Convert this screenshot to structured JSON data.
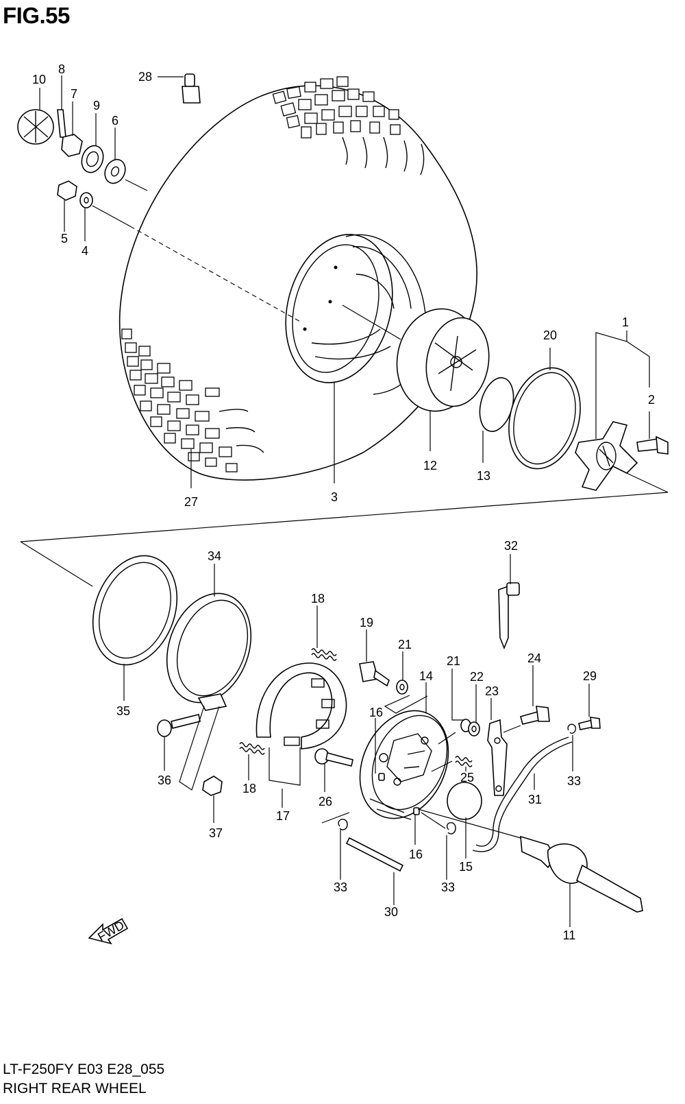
{
  "figure": {
    "title": "FIG.55",
    "code": "LT-F250FY E03 E28_055",
    "name": "RIGHT REAR WHEEL",
    "fwd_label": "FWD"
  },
  "callouts": [
    {
      "id": "c1",
      "text": "1"
    },
    {
      "id": "c2",
      "text": "2"
    },
    {
      "id": "c3",
      "text": "3"
    },
    {
      "id": "c4",
      "text": "4"
    },
    {
      "id": "c5",
      "text": "5"
    },
    {
      "id": "c6",
      "text": "6"
    },
    {
      "id": "c7",
      "text": "7"
    },
    {
      "id": "c8",
      "text": "8"
    },
    {
      "id": "c9",
      "text": "9"
    },
    {
      "id": "c10",
      "text": "10"
    },
    {
      "id": "c11",
      "text": "11"
    },
    {
      "id": "c12",
      "text": "12"
    },
    {
      "id": "c13",
      "text": "13"
    },
    {
      "id": "c14",
      "text": "14"
    },
    {
      "id": "c15",
      "text": "15"
    },
    {
      "id": "c16a",
      "text": "16"
    },
    {
      "id": "c16b",
      "text": "16"
    },
    {
      "id": "c17",
      "text": "17"
    },
    {
      "id": "c18a",
      "text": "18"
    },
    {
      "id": "c18b",
      "text": "18"
    },
    {
      "id": "c19",
      "text": "19"
    },
    {
      "id": "c20",
      "text": "20"
    },
    {
      "id": "c21a",
      "text": "21"
    },
    {
      "id": "c21b",
      "text": "21"
    },
    {
      "id": "c22",
      "text": "22"
    },
    {
      "id": "c23",
      "text": "23"
    },
    {
      "id": "c24",
      "text": "24"
    },
    {
      "id": "c25",
      "text": "25"
    },
    {
      "id": "c26",
      "text": "26"
    },
    {
      "id": "c27",
      "text": "27"
    },
    {
      "id": "c28",
      "text": "28"
    },
    {
      "id": "c29",
      "text": "29"
    },
    {
      "id": "c30",
      "text": "30"
    },
    {
      "id": "c31",
      "text": "31"
    },
    {
      "id": "c32",
      "text": "32"
    },
    {
      "id": "c33a",
      "text": "33"
    },
    {
      "id": "c33b",
      "text": "33"
    },
    {
      "id": "c33c",
      "text": "33"
    },
    {
      "id": "c34",
      "text": "34"
    },
    {
      "id": "c35",
      "text": "35"
    },
    {
      "id": "c36",
      "text": "36"
    },
    {
      "id": "c37",
      "text": "37"
    }
  ]
}
